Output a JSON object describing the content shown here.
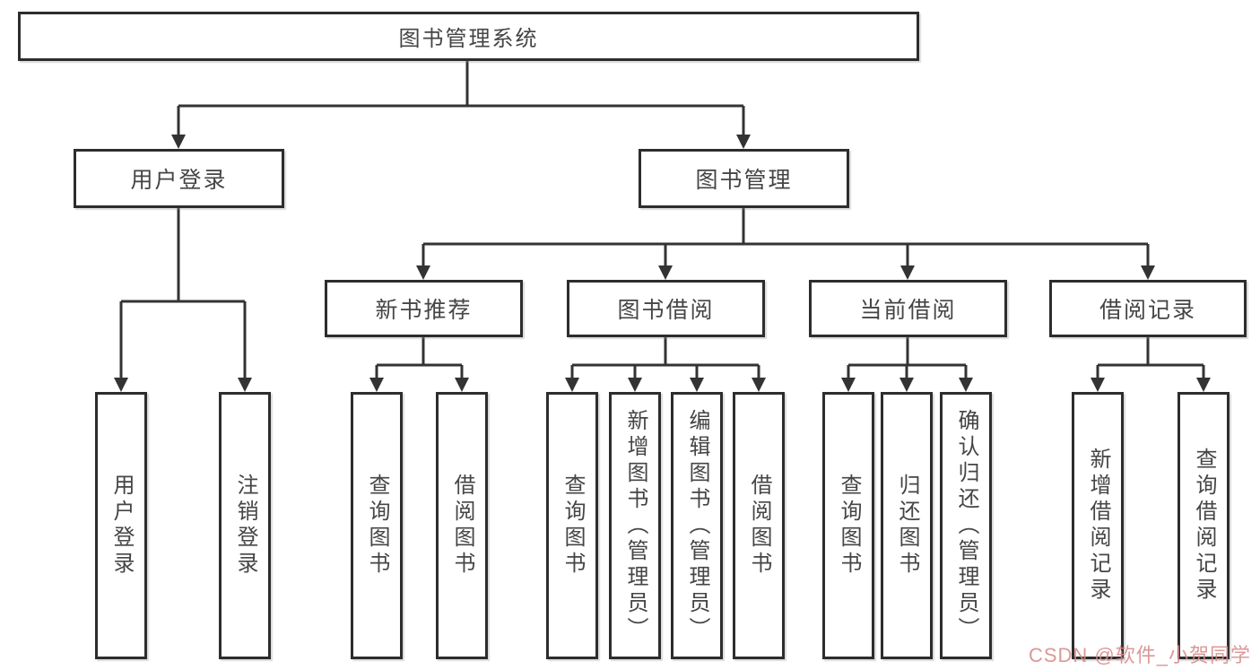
{
  "tree": {
    "root": {
      "label": "图书管理系统"
    },
    "branches": [
      {
        "label": "用户登录",
        "leaves": [
          "用户登录",
          "注销登录"
        ]
      },
      {
        "label": "图书管理",
        "groups": [
          {
            "label": "新书推荐",
            "leaves": [
              "查询图书",
              "借阅图书"
            ]
          },
          {
            "label": "图书借阅",
            "leaves": [
              "查询图书",
              "新增图书（管理员）",
              "编辑图书（管理员）",
              "借阅图书"
            ]
          },
          {
            "label": "当前借阅",
            "leaves": [
              "查询图书",
              "归还图书",
              "确认归还（管理员）"
            ]
          },
          {
            "label": "借阅记录",
            "leaves": [
              "新增借阅记录",
              "查询借阅记录"
            ]
          }
        ]
      }
    ]
  },
  "watermark": {
    "text": "CSDN @软件_小贺同学",
    "color": "#d68a8a"
  },
  "colors": {
    "box_border": "#2d2d2d",
    "connector": "#333333",
    "text": "#454545",
    "background": "#ffffff"
  }
}
